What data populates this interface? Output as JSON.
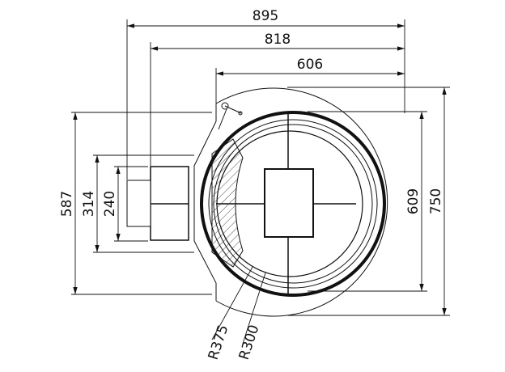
{
  "drawing": {
    "dimensions": {
      "overall_width": "895",
      "width_2": "818",
      "width_3": "606",
      "left_height": "587",
      "left_height_2": "314",
      "left_height_3": "240",
      "right_height": "609",
      "right_height_2": "750",
      "radius_outer": "R375",
      "radius_inner": "R300"
    }
  }
}
